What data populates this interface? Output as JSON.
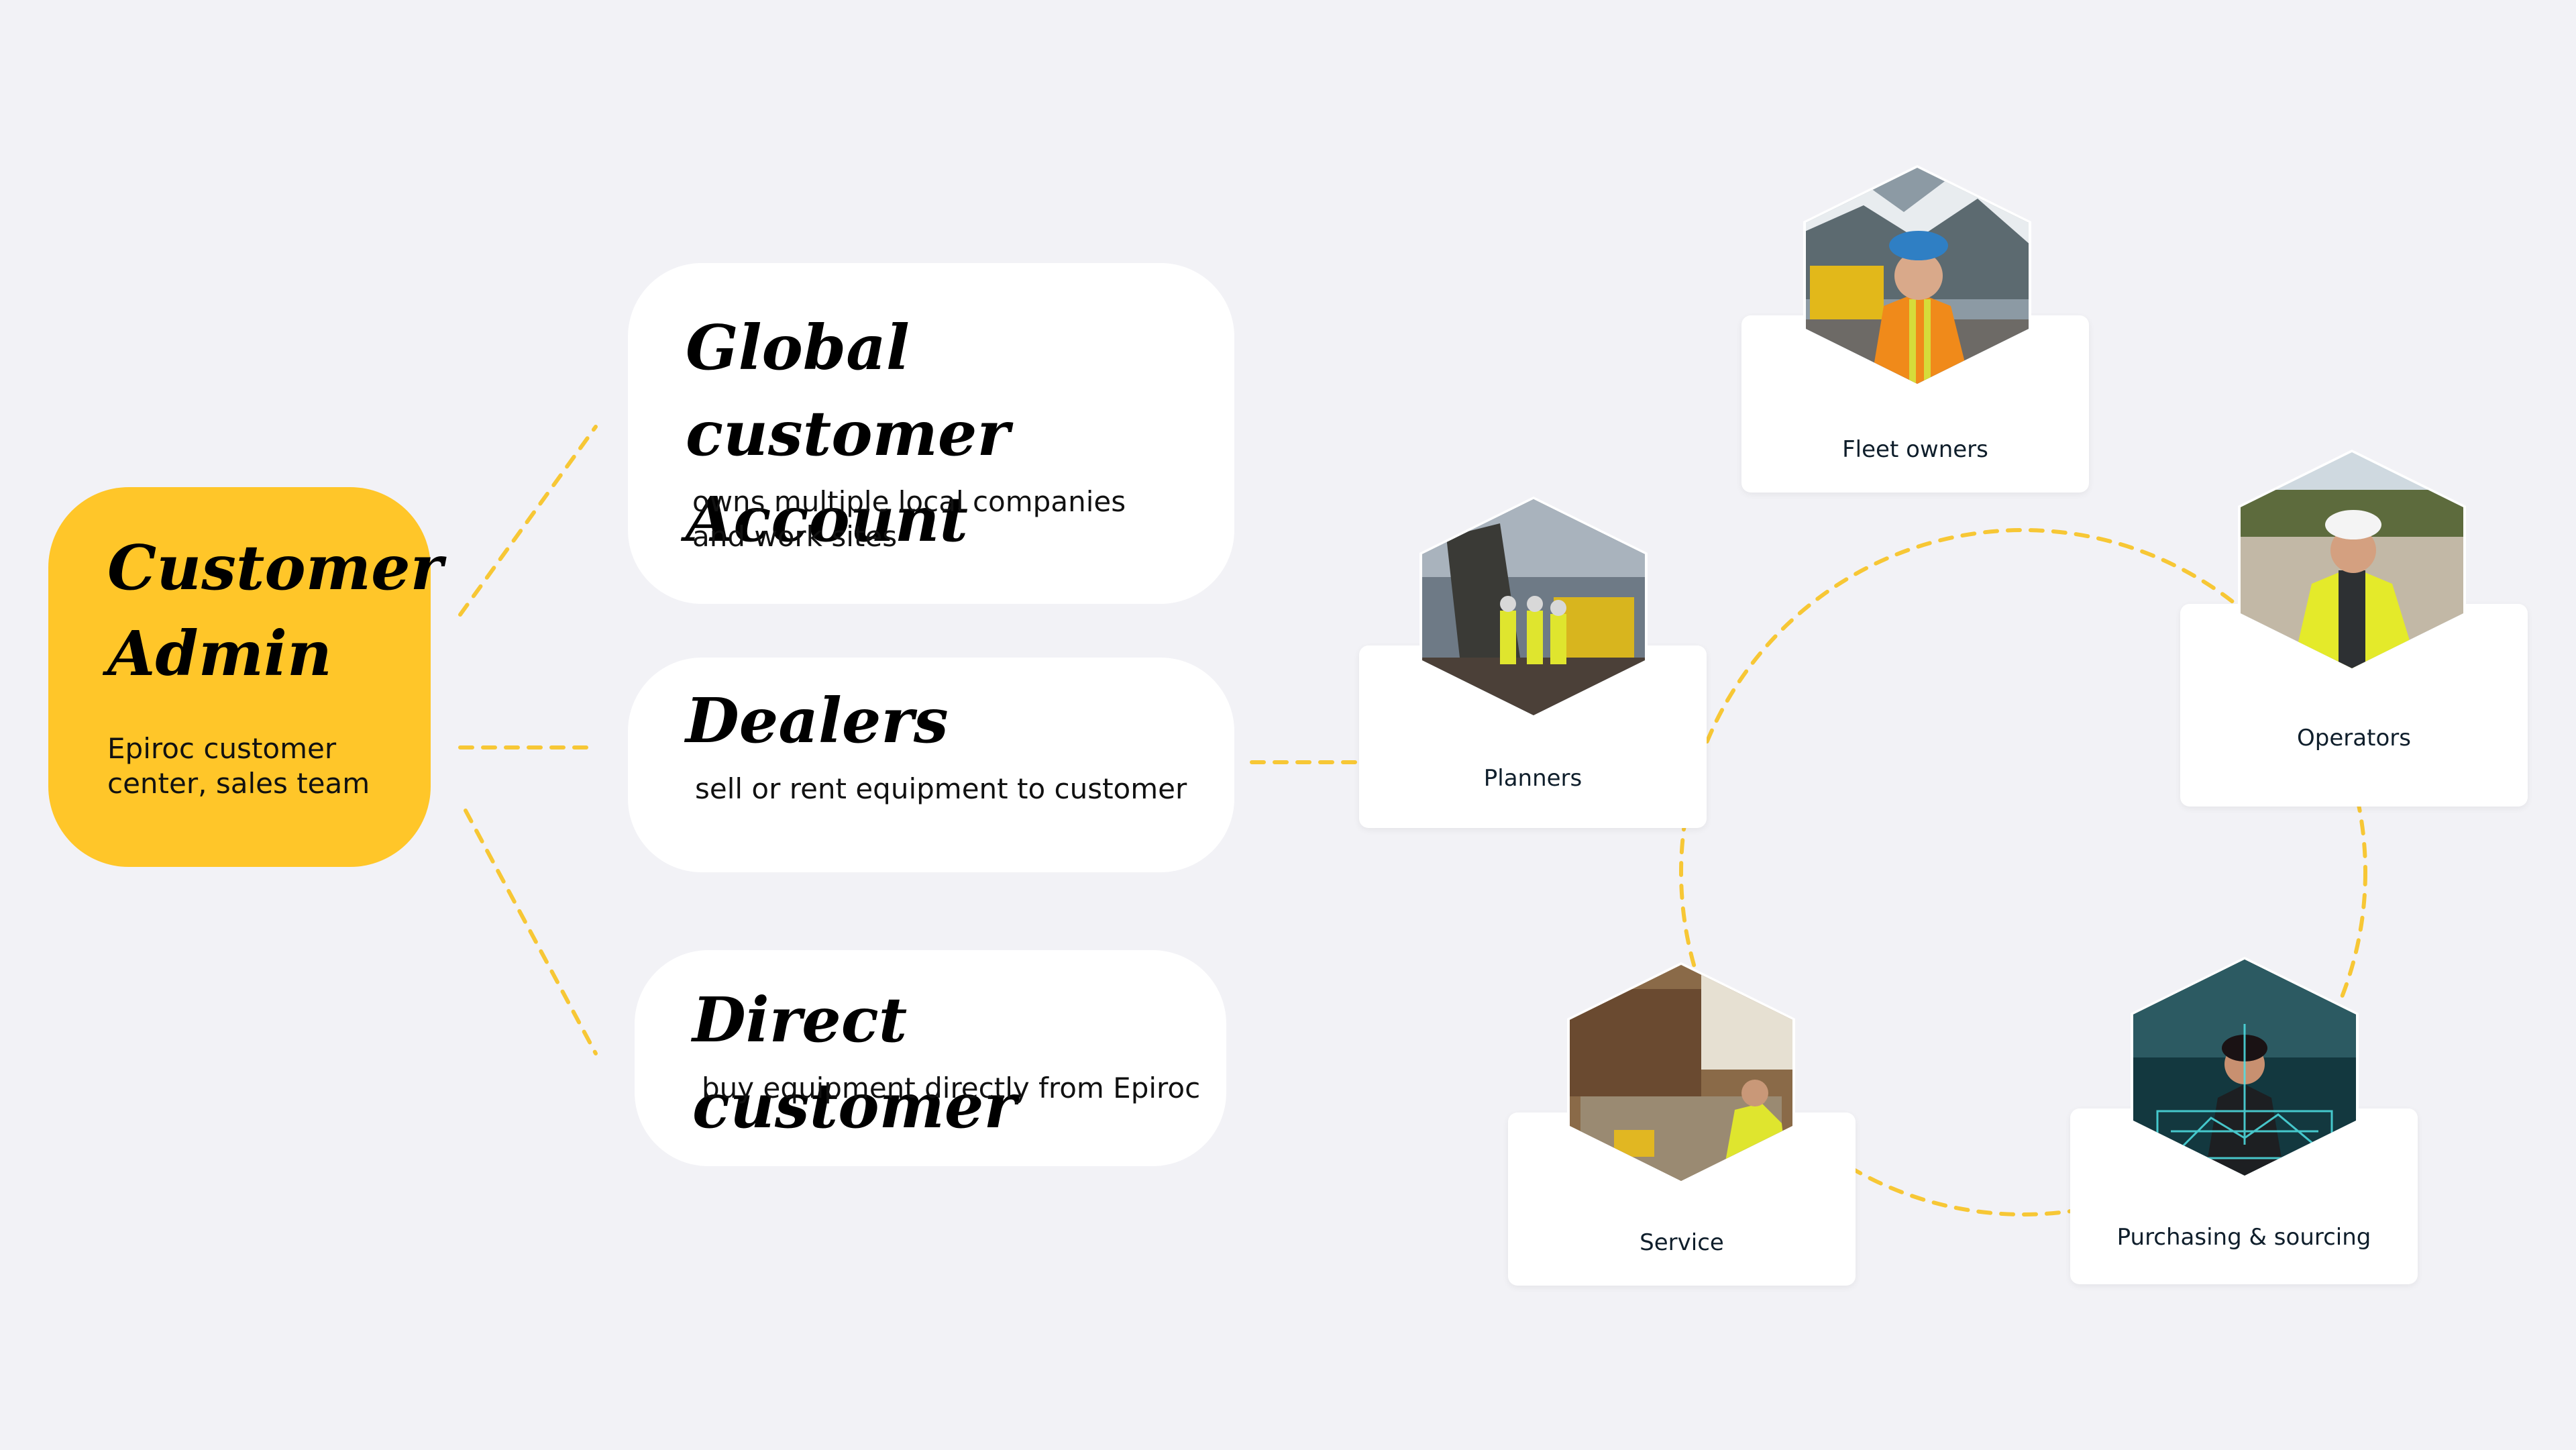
{
  "admin": {
    "title_line1": "Customer",
    "title_line2": "Admin",
    "desc_line1": "Epiroc customer",
    "desc_line2": "center, sales team"
  },
  "categories": {
    "global": {
      "title_line1": "Global customer",
      "title_line2": "Account",
      "desc_line1": "owns multiple local companies",
      "desc_line2": "and work sites"
    },
    "dealers": {
      "title": "Dealers",
      "desc": "sell or rent equipment to customer"
    },
    "direct": {
      "title": "Direct customer",
      "desc": "buy equipment directly from Epiroc"
    }
  },
  "roles": {
    "fleet_owners": "Fleet owners",
    "operators": "Operators",
    "planners": "Planners",
    "service": "Service",
    "purchasing": "Purchasing & sourcing"
  },
  "colors": {
    "accent": "#ffc629",
    "background": "#f2f2f6",
    "dash": "#f7c735",
    "label": "#0f1e2b"
  },
  "icons": {
    "fleet_owners": "worker-hardhat-photo",
    "operators": "operator-photo",
    "planners": "drill-rig-photo",
    "service": "service-technician-photo",
    "purchasing": "digital-sourcing-photo"
  }
}
